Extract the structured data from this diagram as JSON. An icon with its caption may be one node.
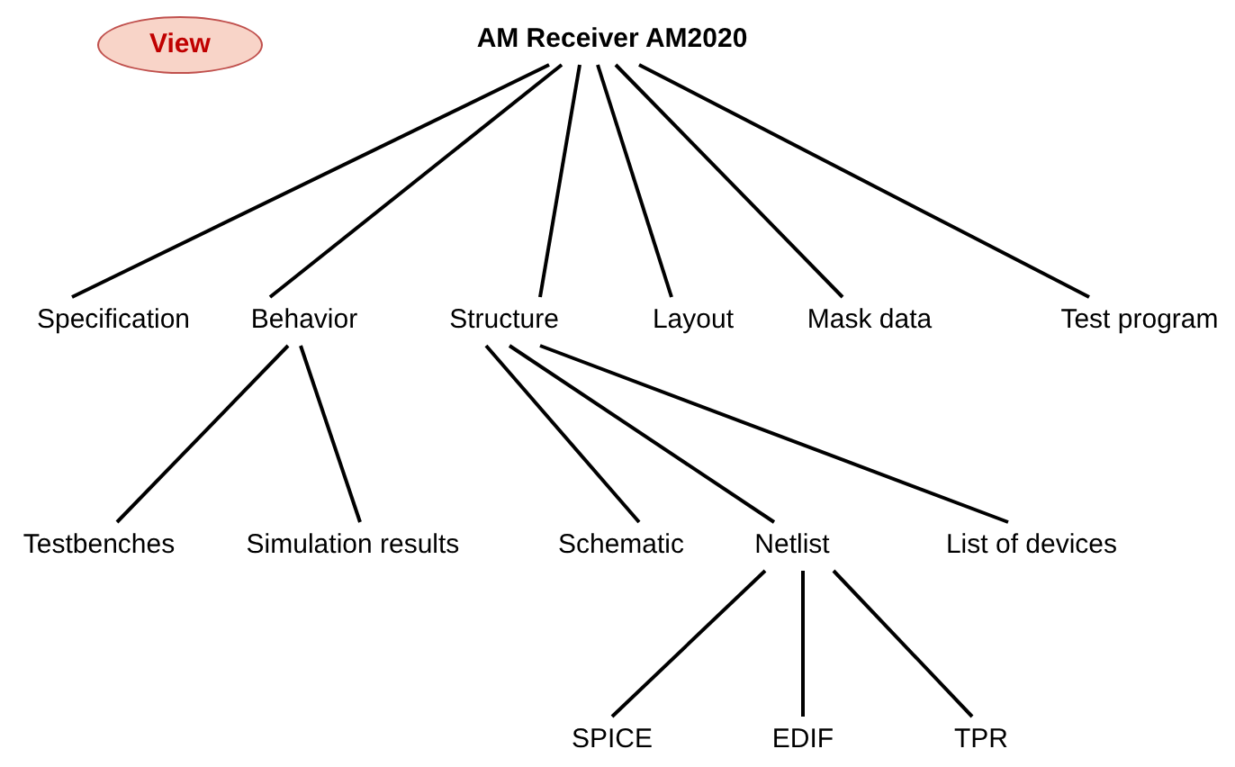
{
  "diagram": {
    "nodes": [
      {
        "text": [
          "View"
        ]
      },
      {
        "text": [
          "AM Receiver AM2020"
        ]
      },
      {
        "text": [
          "Specification"
        ]
      },
      {
        "text": [
          "Behavior"
        ]
      },
      {
        "text": [
          "Structure"
        ]
      },
      {
        "text": [
          "Layout"
        ]
      },
      {
        "text": [
          "Mask data"
        ]
      },
      {
        "text": [
          "Test program"
        ]
      },
      {
        "text": [
          "Testbenches"
        ]
      },
      {
        "text": [
          "Simulation results"
        ]
      },
      {
        "text": [
          "Schematic"
        ]
      },
      {
        "text": [
          "Netlist"
        ]
      },
      {
        "text": [
          "List of devices"
        ]
      },
      {
        "text": [
          "SPICE"
        ]
      },
      {
        "text": [
          "EDIF"
        ]
      },
      {
        "text": [
          "TPR"
        ]
      }
    ],
    "edges": [
      {
        "from": 1,
        "to": 2,
        "arrow": "none"
      },
      {
        "from": 1,
        "to": 3,
        "arrow": "none"
      },
      {
        "from": 1,
        "to": 4,
        "arrow": "none"
      },
      {
        "from": 1,
        "to": 5,
        "arrow": "none"
      },
      {
        "from": 1,
        "to": 6,
        "arrow": "none"
      },
      {
        "from": 1,
        "to": 7,
        "arrow": "none"
      },
      {
        "from": 3,
        "to": 8,
        "arrow": "none"
      },
      {
        "from": 3,
        "to": 9,
        "arrow": "none"
      },
      {
        "from": 4,
        "to": 10,
        "arrow": "none"
      },
      {
        "from": 4,
        "to": 11,
        "arrow": "none"
      },
      {
        "from": 4,
        "to": 12,
        "arrow": "none"
      },
      {
        "from": 11,
        "to": 13,
        "arrow": "none"
      },
      {
        "from": 11,
        "to": 14,
        "arrow": "none"
      },
      {
        "from": 11,
        "to": 15,
        "arrow": "none"
      }
    ]
  }
}
